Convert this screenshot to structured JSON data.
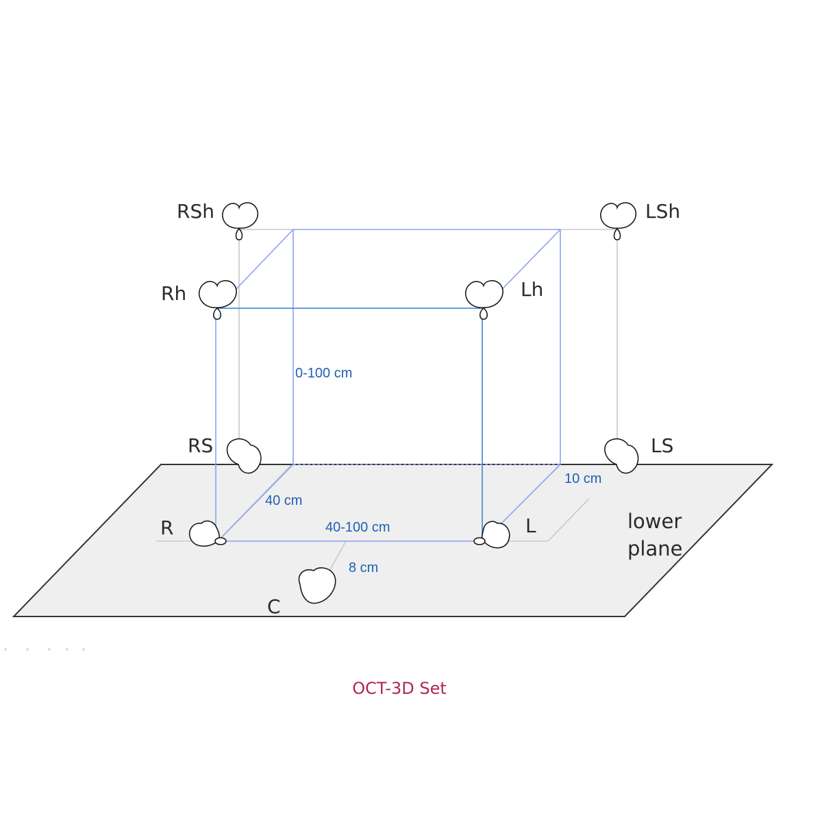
{
  "microphones": {
    "rsh": "RSh",
    "lsh": "LSh",
    "rh": "Rh",
    "lh": "Lh",
    "rs": "RS",
    "ls": "LS",
    "r": "R",
    "l": "L",
    "c": "C"
  },
  "dimensions": {
    "height": "0-100 cm",
    "depth_front": "40 cm",
    "width": "40-100 cm",
    "surround_offset": "10 cm",
    "center_offset": "8 cm"
  },
  "plane": {
    "label_line1": "lower",
    "label_line2": "plane"
  },
  "caption": "OCT-3D Set",
  "colors": {
    "caption": "#b0284f",
    "dimension_text": "#1f5fb5",
    "plane_fill": "#efefef",
    "blue_lines": "#8aa2f0"
  }
}
